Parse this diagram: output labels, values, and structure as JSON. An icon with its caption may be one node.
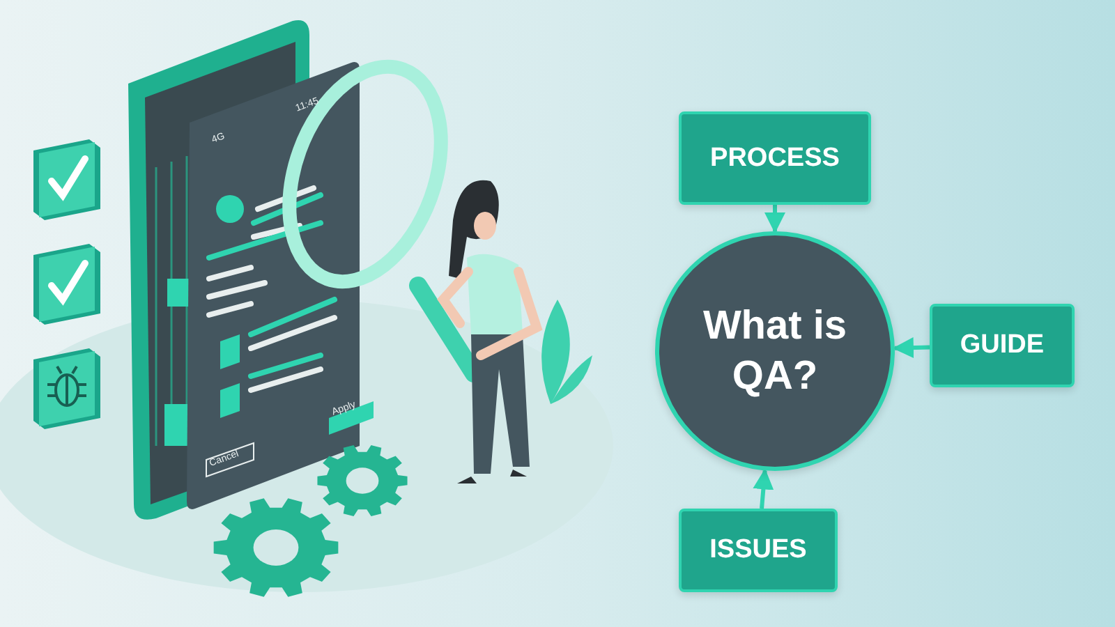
{
  "diagram": {
    "nodes": [
      {
        "text": [
          "What is QA?"
        ]
      },
      {
        "text": [
          "PROCESS"
        ]
      },
      {
        "text": [
          "GUIDE"
        ]
      },
      {
        "text": [
          "ISSUES"
        ]
      }
    ],
    "edges": [
      {
        "from": 1,
        "to": 0,
        "arrow": "to"
      },
      {
        "from": 2,
        "to": 0,
        "arrow": "to"
      },
      {
        "from": 3,
        "to": 0,
        "arrow": "to"
      }
    ],
    "labels": [
      "11:45",
      "4G",
      "Apply",
      "Cancel"
    ]
  }
}
